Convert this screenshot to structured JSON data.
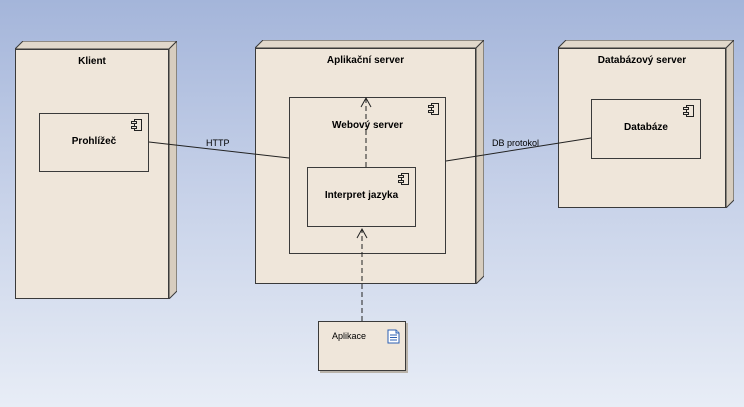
{
  "nodes": {
    "client": {
      "title": "Klient"
    },
    "app_server": {
      "title": "Aplikační server"
    },
    "db_server": {
      "title": "Databázový server"
    }
  },
  "components": {
    "browser": {
      "label": "Prohlížeč"
    },
    "web_server": {
      "label": "Webový server"
    },
    "interpreter": {
      "label": "Interpret jazyka"
    },
    "database": {
      "label": "Databáze"
    }
  },
  "artifact": {
    "label": "Aplikace",
    "icon": "document-icon"
  },
  "connectors": {
    "http": {
      "label": "HTTP"
    },
    "db": {
      "label": "DB protokol"
    }
  },
  "colors": {
    "background_top": "#a4b5da",
    "background_bottom": "#e8edf6",
    "node_face": "#efe6da",
    "node_top": "#e1d8cb",
    "node_side": "#d7cdbf",
    "line": "#222222"
  }
}
